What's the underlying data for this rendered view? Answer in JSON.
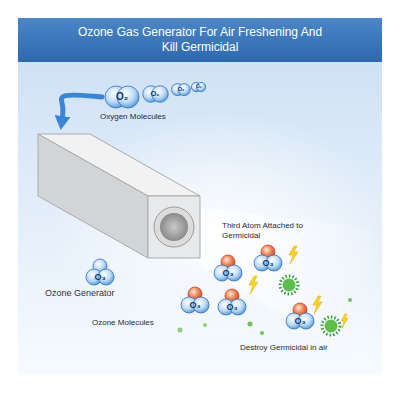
{
  "diagram": {
    "title": "Ozone Gas Generator For Air Freshening And Kill Germicidal",
    "nodes": [
      {
        "text": [
          "O₂"
        ]
      },
      {
        "text": [
          "O₂"
        ]
      },
      {
        "text": [
          "O₂"
        ]
      },
      {
        "text": [
          "O₂"
        ]
      },
      {
        "text": [
          "Ozone Generator"
        ]
      },
      {
        "text": [
          "O₃"
        ]
      },
      {
        "text": [
          "O₃"
        ]
      },
      {
        "text": [
          "O₃"
        ]
      },
      {
        "text": [
          "O₃"
        ]
      },
      {
        "text": [
          "O₃"
        ]
      },
      {
        "text": [
          "O₃"
        ]
      }
    ],
    "edges": [
      {
        "from": 0,
        "to": 4,
        "arrow": "to"
      }
    ],
    "labels": [
      "Oxygen Molecules",
      "Third Atom Attached to Germicidal",
      "Ozone Molecules",
      "Destroy Germicidal in air"
    ]
  }
}
